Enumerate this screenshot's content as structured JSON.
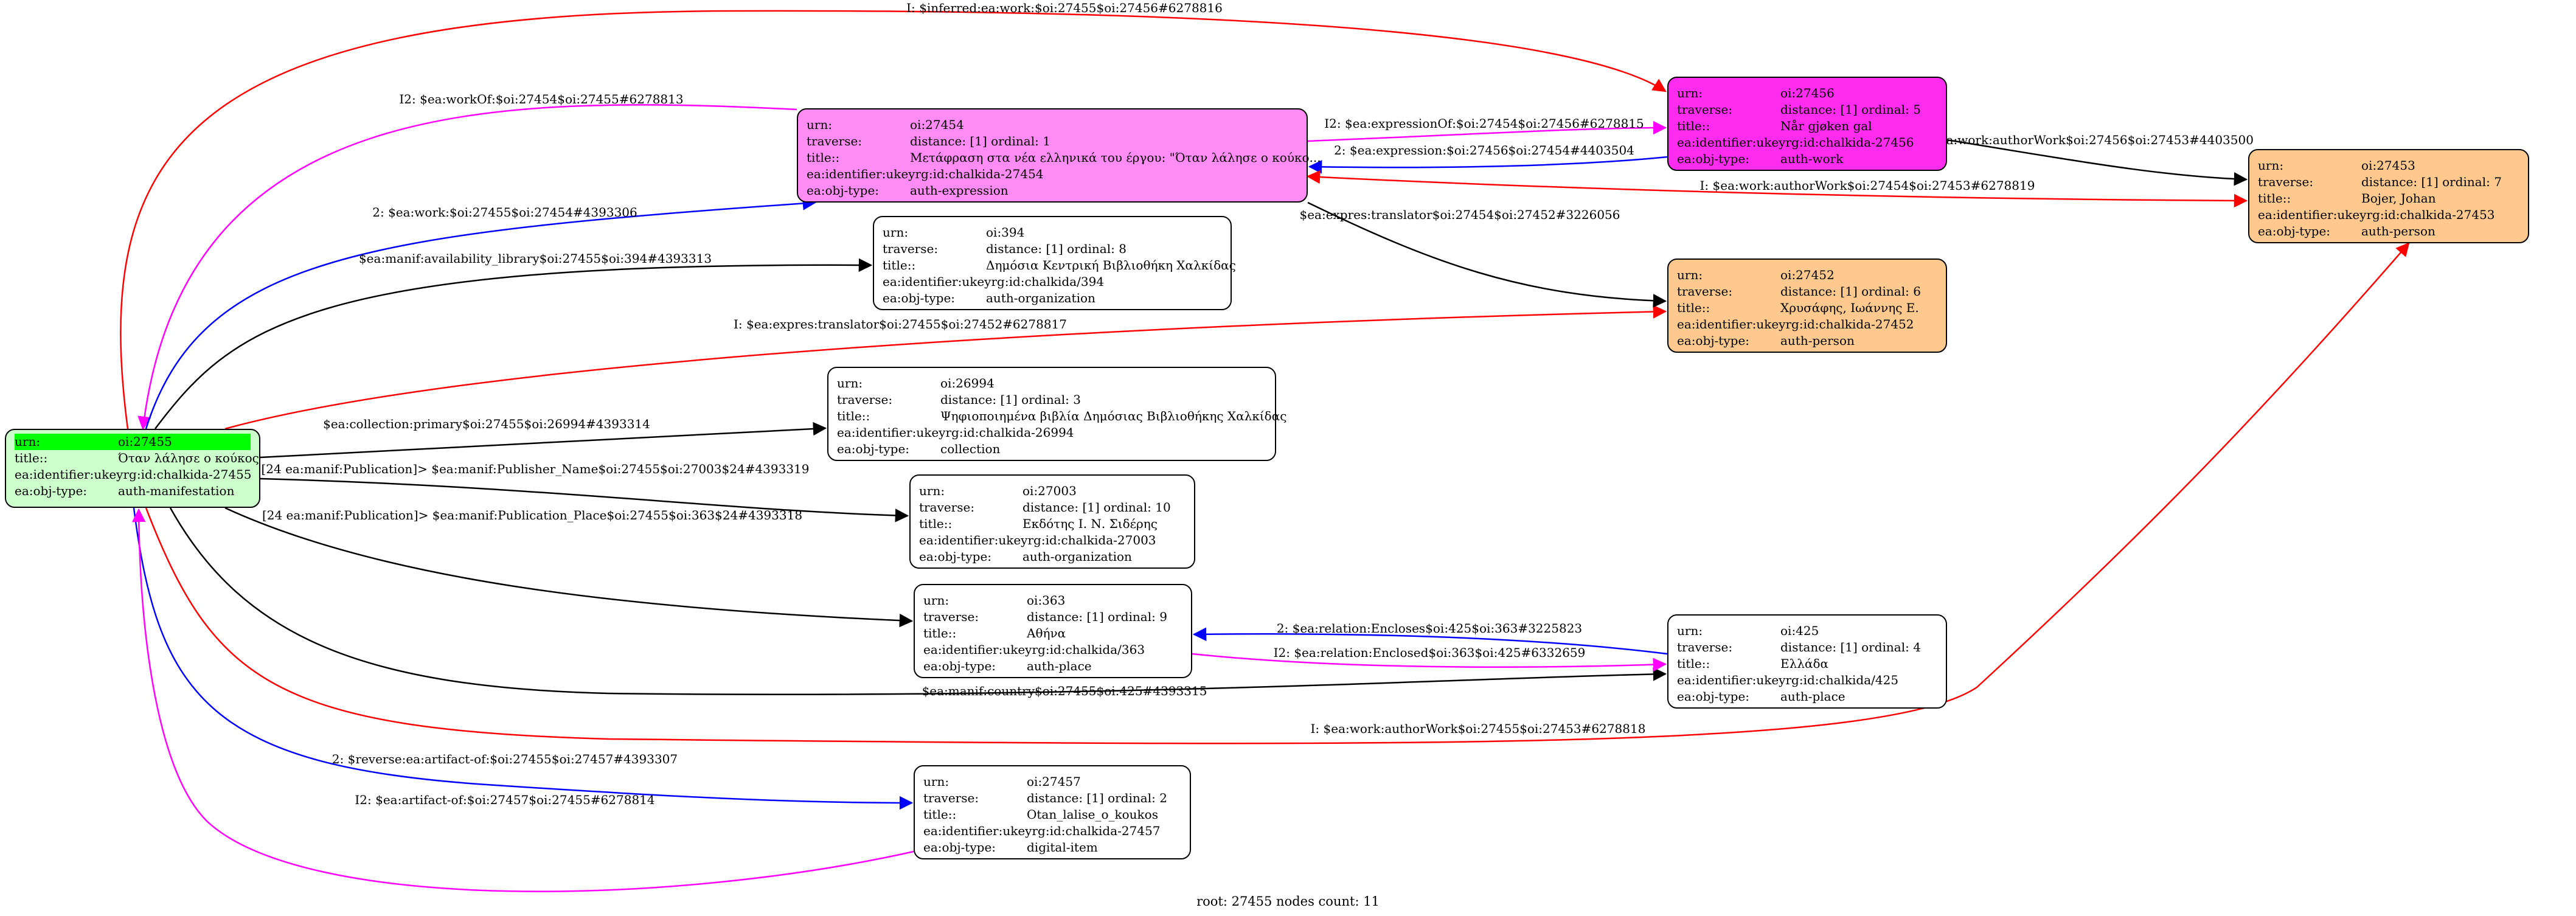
{
  "colors": {
    "expression": "#ff8cf4",
    "work": "#ff2cf0",
    "person": "#fdc98f",
    "root": "#ccffcc",
    "root_header": "#00ff00",
    "white": "#ffffff",
    "red": "#ff0000",
    "blue": "#0000ff",
    "magenta": "#ff00ff",
    "black": "#000000"
  },
  "nodes": [
    {
      "id": "root",
      "fill": "root",
      "rows": [
        {
          "k": "urn:",
          "v": "oi:27455",
          "highlight": true
        },
        {
          "k": "title::",
          "v": "Όταν λάλησε ο κούκος"
        },
        {
          "k": "ea:identifier:ukey",
          "v": "rg:id:chalkida-27455"
        },
        {
          "k": "ea:obj-type:",
          "v": "auth-manifestation"
        }
      ]
    },
    {
      "id": "n27454",
      "fill": "expression",
      "rows": [
        {
          "k": "urn:",
          "v": "oi:27454"
        },
        {
          "k": "traverse:",
          "v": "distance: [1]     ordinal: 1"
        },
        {
          "k": "title::",
          "v": "Μετάφραση στα νέα ελληνικά του έργου: \"Όταν λάλησε ο κούκο..."
        },
        {
          "k": "ea:identifier:ukey",
          "v": "rg:id:chalkida-27454"
        },
        {
          "k": "ea:obj-type:",
          "v": "auth-expression"
        }
      ]
    },
    {
      "id": "n27456",
      "fill": "work",
      "rows": [
        {
          "k": "urn:",
          "v": "oi:27456"
        },
        {
          "k": "traverse:",
          "v": "distance: [1]     ordinal: 5"
        },
        {
          "k": "title::",
          "v": "Når gjøken gal"
        },
        {
          "k": "ea:identifier:ukey",
          "v": "rg:id:chalkida-27456"
        },
        {
          "k": "ea:obj-type:",
          "v": "auth-work"
        }
      ]
    },
    {
      "id": "n27453",
      "fill": "person",
      "rows": [
        {
          "k": "urn:",
          "v": "oi:27453"
        },
        {
          "k": "traverse:",
          "v": "distance: [1]     ordinal: 7"
        },
        {
          "k": "title::",
          "v": "Bojer, Johan"
        },
        {
          "k": "ea:identifier:ukey",
          "v": "rg:id:chalkida-27453"
        },
        {
          "k": "ea:obj-type:",
          "v": "auth-person"
        }
      ]
    },
    {
      "id": "n394",
      "fill": "white",
      "rows": [
        {
          "k": "urn:",
          "v": "oi:394"
        },
        {
          "k": "traverse:",
          "v": "distance: [1]     ordinal: 8"
        },
        {
          "k": "title::",
          "v": "Δημόσια Κεντρική Βιβλιοθήκη Χαλκίδας"
        },
        {
          "k": "ea:identifier:ukey",
          "v": "rg:id:chalkida/394"
        },
        {
          "k": "ea:obj-type:",
          "v": "auth-organization"
        }
      ]
    },
    {
      "id": "n27452",
      "fill": "person",
      "rows": [
        {
          "k": "urn:",
          "v": "oi:27452"
        },
        {
          "k": "traverse:",
          "v": "distance: [1]     ordinal: 6"
        },
        {
          "k": "title::",
          "v": "Χρυσάφης, Ιωάννης Ε."
        },
        {
          "k": "ea:identifier:ukey",
          "v": "rg:id:chalkida-27452"
        },
        {
          "k": "ea:obj-type:",
          "v": "auth-person"
        }
      ]
    },
    {
      "id": "n26994",
      "fill": "white",
      "rows": [
        {
          "k": "urn:",
          "v": "oi:26994"
        },
        {
          "k": "traverse:",
          "v": "distance: [1]     ordinal: 3"
        },
        {
          "k": "title::",
          "v": "Ψηφιοποιημένα βιβλία Δημόσιας Βιβλιοθήκης Χαλκίδας"
        },
        {
          "k": "ea:identifier:ukey",
          "v": "rg:id:chalkida-26994"
        },
        {
          "k": "ea:obj-type:",
          "v": "collection"
        }
      ]
    },
    {
      "id": "n27003",
      "fill": "white",
      "rows": [
        {
          "k": "urn:",
          "v": "oi:27003"
        },
        {
          "k": "traverse:",
          "v": "distance: [1]     ordinal: 10"
        },
        {
          "k": "title::",
          "v": "Εκδότης Ι. Ν. Σιδέρης"
        },
        {
          "k": "ea:identifier:ukey",
          "v": "rg:id:chalkida-27003"
        },
        {
          "k": "ea:obj-type:",
          "v": "auth-organization"
        }
      ]
    },
    {
      "id": "n363",
      "fill": "white",
      "rows": [
        {
          "k": "urn:",
          "v": "oi:363"
        },
        {
          "k": "traverse:",
          "v": "distance: [1]     ordinal: 9"
        },
        {
          "k": "title::",
          "v": "Αθήνα"
        },
        {
          "k": "ea:identifier:ukey",
          "v": "rg:id:chalkida/363"
        },
        {
          "k": "ea:obj-type:",
          "v": "auth-place"
        }
      ]
    },
    {
      "id": "n425",
      "fill": "white",
      "rows": [
        {
          "k": "urn:",
          "v": "oi:425"
        },
        {
          "k": "traverse:",
          "v": "distance: [1]     ordinal: 4"
        },
        {
          "k": "title::",
          "v": "Ελλάδα"
        },
        {
          "k": "ea:identifier:ukey",
          "v": "rg:id:chalkida/425"
        },
        {
          "k": "ea:obj-type:",
          "v": "auth-place"
        }
      ]
    },
    {
      "id": "n27457",
      "fill": "white",
      "rows": [
        {
          "k": "urn:",
          "v": "oi:27457"
        },
        {
          "k": "traverse:",
          "v": "distance: [1]     ordinal: 2"
        },
        {
          "k": "title::",
          "v": "Otan_lalise_o_koukos"
        },
        {
          "k": "ea:identifier:ukey",
          "v": "rg:id:chalkida-27457"
        },
        {
          "k": "ea:obj-type:",
          "v": "digital-item"
        }
      ]
    }
  ],
  "edges": [
    {
      "id": "e1",
      "color": "red",
      "label": "I: $inferred:ea:work:$oi:27455$oi:27456#6278816"
    },
    {
      "id": "e2",
      "color": "magenta",
      "label": "I2: $ea:workOf:$oi:27454$oi:27455#6278813"
    },
    {
      "id": "e3",
      "color": "blue",
      "label": "2: $ea:work:$oi:27455$oi:27454#4393306"
    },
    {
      "id": "e4",
      "color": "black",
      "label": "$ea:manif:availability_library$oi:27455$oi:394#4393313"
    },
    {
      "id": "e5",
      "color": "red",
      "label": "I: $ea:expres:translator$oi:27455$oi:27452#6278817"
    },
    {
      "id": "e6",
      "color": "black",
      "label": "$ea:collection:primary$oi:27455$oi:26994#4393314"
    },
    {
      "id": "e7",
      "color": "black",
      "label": "[24 ea:manif:Publication]> $ea:manif:Publisher_Name$oi:27455$oi:27003$24#4393319"
    },
    {
      "id": "e8",
      "color": "black",
      "label": "[24 ea:manif:Publication]> $ea:manif:Publication_Place$oi:27455$oi:363$24#4393318"
    },
    {
      "id": "e9",
      "color": "black",
      "label": "$ea:manif:country$oi:27455$oi:425#4393315"
    },
    {
      "id": "e10",
      "color": "red",
      "label": "I: $ea:work:authorWork$oi:27455$oi:27453#6278818"
    },
    {
      "id": "e11",
      "color": "blue",
      "label": "2: $reverse:ea:artifact-of:$oi:27455$oi:27457#4393307"
    },
    {
      "id": "e12",
      "color": "magenta",
      "label": "I2: $ea:artifact-of:$oi:27457$oi:27455#6278814"
    },
    {
      "id": "e13",
      "color": "magenta",
      "label": "I2: $ea:expressionOf:$oi:27454$oi:27456#6278815"
    },
    {
      "id": "e14",
      "color": "blue",
      "label": "2: $ea:expression:$oi:27456$oi:27454#4403504"
    },
    {
      "id": "e15",
      "color": "red",
      "label": "I: $ea:work:authorWork$oi:27454$oi:27453#6278819"
    },
    {
      "id": "e16",
      "color": "black",
      "label": "$ea:expres:translator$oi:27454$oi:27452#3226056"
    },
    {
      "id": "e17",
      "color": "black",
      "label": "$ea:work:authorWork$oi:27456$oi:27453#4403500"
    },
    {
      "id": "e18",
      "color": "blue",
      "label": "2: $ea:relation:Encloses$oi:425$oi:363#3225823"
    },
    {
      "id": "e19",
      "color": "magenta",
      "label": "I2: $ea:relation:Enclosed$oi:363$oi:425#6332659"
    }
  ],
  "footer": "root: 27455 nodes count: 11"
}
